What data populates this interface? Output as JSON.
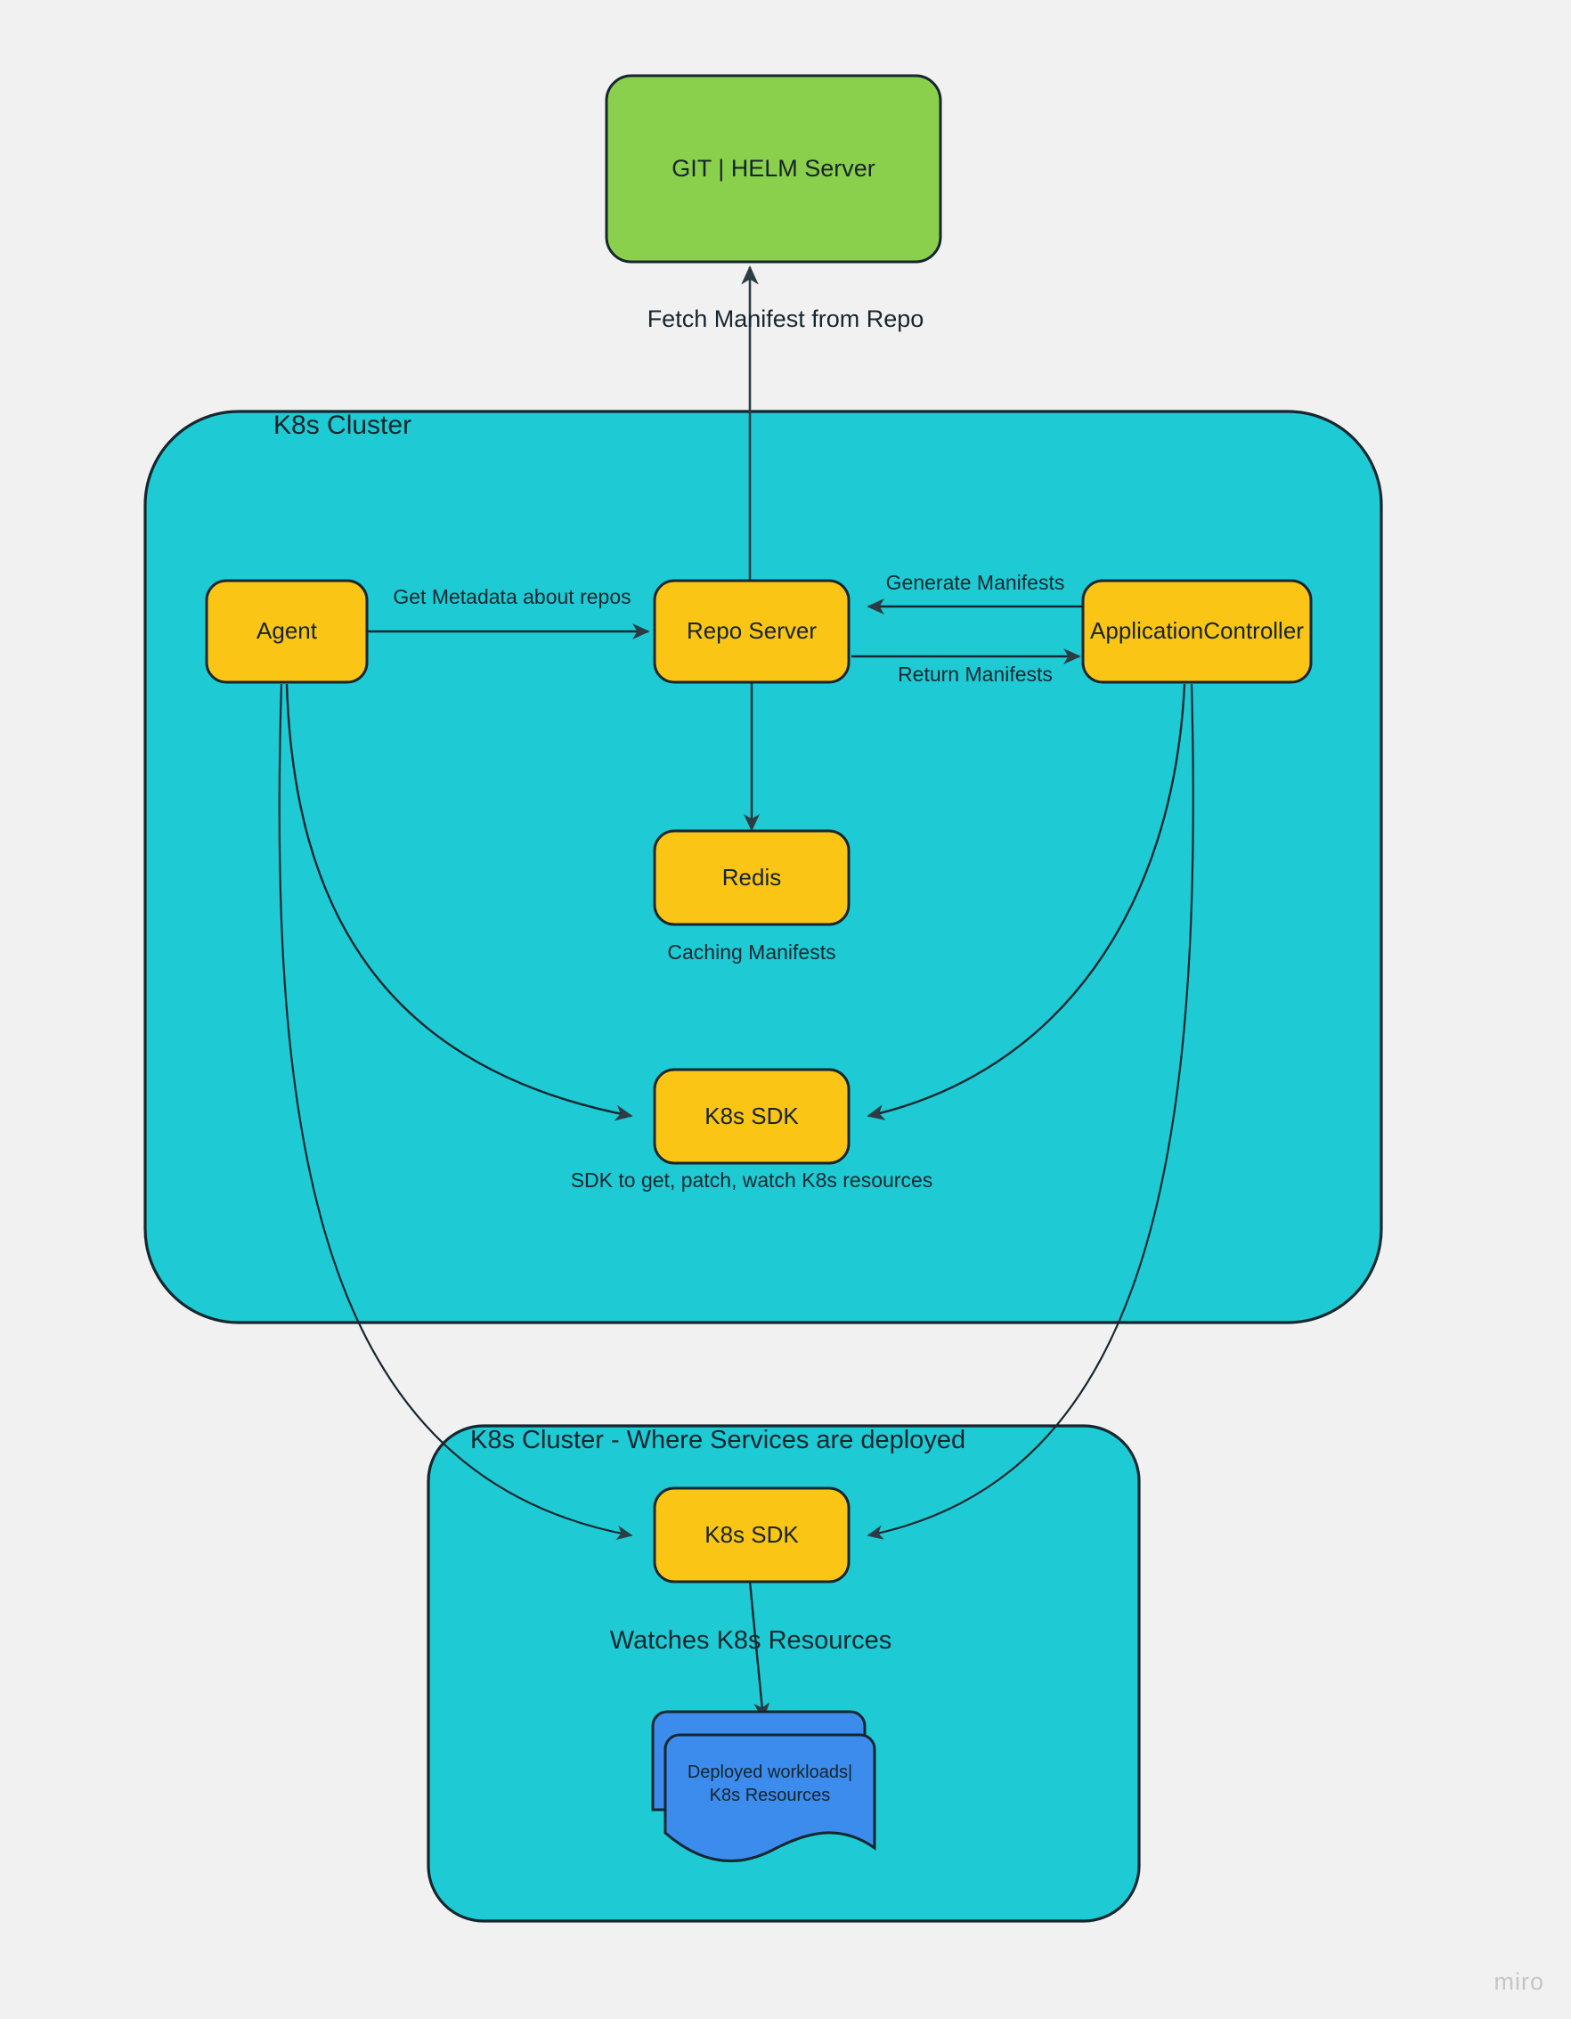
{
  "diagram": {
    "title": "ArgoCD GitOps Architecture",
    "background_color": "#f1f1f1",
    "colors": {
      "cluster_fill": "#1ecbd4",
      "node_fill": "#fac514",
      "git_server_fill": "#8bd04c",
      "workload_fill": "#3b8ced",
      "stroke": "#16262e",
      "text": "#15232b",
      "watermark": "#c4c4cc"
    }
  },
  "clusters": [
    {
      "id": "k8s-cluster",
      "title": "K8s Cluster"
    },
    {
      "id": "k8s-cluster-services",
      "title": "K8s Cluster - Where Services are deployed"
    }
  ],
  "nodes": [
    {
      "id": "git-helm-server",
      "label": "GIT | HELM Server",
      "shape": "rounded-rect",
      "fill": "#8bd04c"
    },
    {
      "id": "agent",
      "label": "Agent",
      "shape": "rounded-rect",
      "fill": "#fac514"
    },
    {
      "id": "repo-server",
      "label": "Repo Server",
      "shape": "rounded-rect",
      "fill": "#fac514"
    },
    {
      "id": "application-controller",
      "label": "ApplicationController",
      "shape": "rounded-rect",
      "fill": "#fac514"
    },
    {
      "id": "redis",
      "label": "Redis",
      "shape": "rounded-rect",
      "fill": "#fac514"
    },
    {
      "id": "k8s-sdk-upper",
      "label": "K8s SDK",
      "shape": "rounded-rect",
      "fill": "#fac514"
    },
    {
      "id": "k8s-sdk-lower",
      "label": "K8s SDK",
      "shape": "rounded-rect",
      "fill": "#fac514"
    },
    {
      "id": "deployed-workloads",
      "label": "Deployed workloads|\nK8s Resources",
      "shape": "document-stack",
      "fill": "#3b8ced"
    }
  ],
  "edges": [
    {
      "id": "fetch-manifest",
      "from": "repo-server",
      "to": "git-helm-server",
      "label": "Fetch Manifest from Repo"
    },
    {
      "id": "get-metadata",
      "from": "agent",
      "to": "repo-server",
      "label": "Get Metadata about repos"
    },
    {
      "id": "generate-manifests",
      "from": "application-controller",
      "to": "repo-server",
      "label": "Generate Manifests"
    },
    {
      "id": "return-manifests",
      "from": "repo-server",
      "to": "application-controller",
      "label": "Return Manifests"
    },
    {
      "id": "caching-manifests",
      "from": "repo-server",
      "to": "redis",
      "label": "Caching Manifests"
    },
    {
      "id": "agent-to-sdk",
      "from": "agent",
      "to": "k8s-sdk-upper",
      "label": ""
    },
    {
      "id": "controller-to-sdk",
      "from": "application-controller",
      "to": "k8s-sdk-upper",
      "label": "SDK to get, patch, watch K8s resources"
    },
    {
      "id": "agent-to-sdk-lower",
      "from": "agent",
      "to": "k8s-sdk-lower",
      "label": ""
    },
    {
      "id": "controller-to-sdk-lower",
      "from": "application-controller",
      "to": "k8s-sdk-lower",
      "label": ""
    },
    {
      "id": "watches-resources",
      "from": "k8s-sdk-lower",
      "to": "deployed-workloads",
      "label": "Watches K8s Resources"
    }
  ],
  "edge_labels": {
    "fetch_manifest": "Fetch Manifest from Repo",
    "get_metadata": "Get Metadata about repos",
    "generate_manifests": "Generate Manifests",
    "return_manifests": "Return Manifests",
    "caching_manifests": "Caching Manifests",
    "sdk_note": "SDK to get, patch, watch K8s resources",
    "watches_resources": "Watches K8s Resources"
  },
  "watermark": {
    "text": "miro"
  }
}
